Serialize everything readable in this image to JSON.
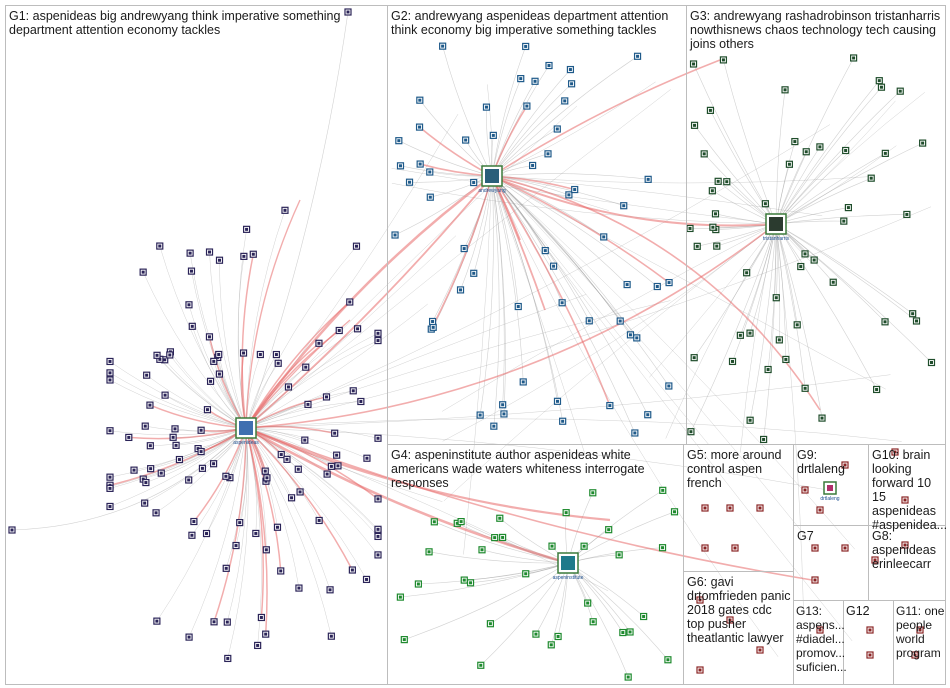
{
  "groups": [
    {
      "id": "G1",
      "label": "G1: aspenideas big andrewyang think imperative something department attention economy tackles"
    },
    {
      "id": "G2",
      "label": "G2: andrewyang aspenideas department attention think economy big imperative something tackles"
    },
    {
      "id": "G3",
      "label": "G3: andrewyang rashadrobinson tristanharris nowthisnews chaos technology tech causing joins others"
    },
    {
      "id": "G4",
      "label": "G4: aspeninstitute author aspenideas white americans wade waters whiteness interrogate responses"
    },
    {
      "id": "G5",
      "label": "G5: more around control aspen french"
    },
    {
      "id": "G9",
      "label": "G9: drtlaleng"
    },
    {
      "id": "G10",
      "label": "G10: brain looking forward 10 15 aspenideas #aspenidea..."
    },
    {
      "id": "G7",
      "label": "G7"
    },
    {
      "id": "G8",
      "label": "G8: aspenideas erinleecarr"
    },
    {
      "id": "G6",
      "label": "G6: gavi drtomfrieden panic 2018 gates cdc top pusher theatlantic lawyer"
    },
    {
      "id": "G13",
      "label": "G13: aspens... #diadel... promov... suficien..."
    },
    {
      "id": "G12",
      "label": "G12"
    },
    {
      "id": "G11",
      "label": "G11: one people world program"
    }
  ],
  "hubs": {
    "aspenideas": "aspenideas",
    "andrewyang": "andrewyang",
    "tristanharris": "tristanharris",
    "aspeninstitute": "aspeninstitute",
    "drtlaleng": "drtlaleng"
  },
  "colors": {
    "border": "#bdbdbd",
    "edge_gray": "#9a9a9a",
    "edge_red": "#e86a6a",
    "g1_node": "#2b2458",
    "g2_node": "#1f5a8a",
    "g3_node": "#1f4d2b",
    "g4_node": "#1e8a2e",
    "other_node": "#8a2424"
  }
}
